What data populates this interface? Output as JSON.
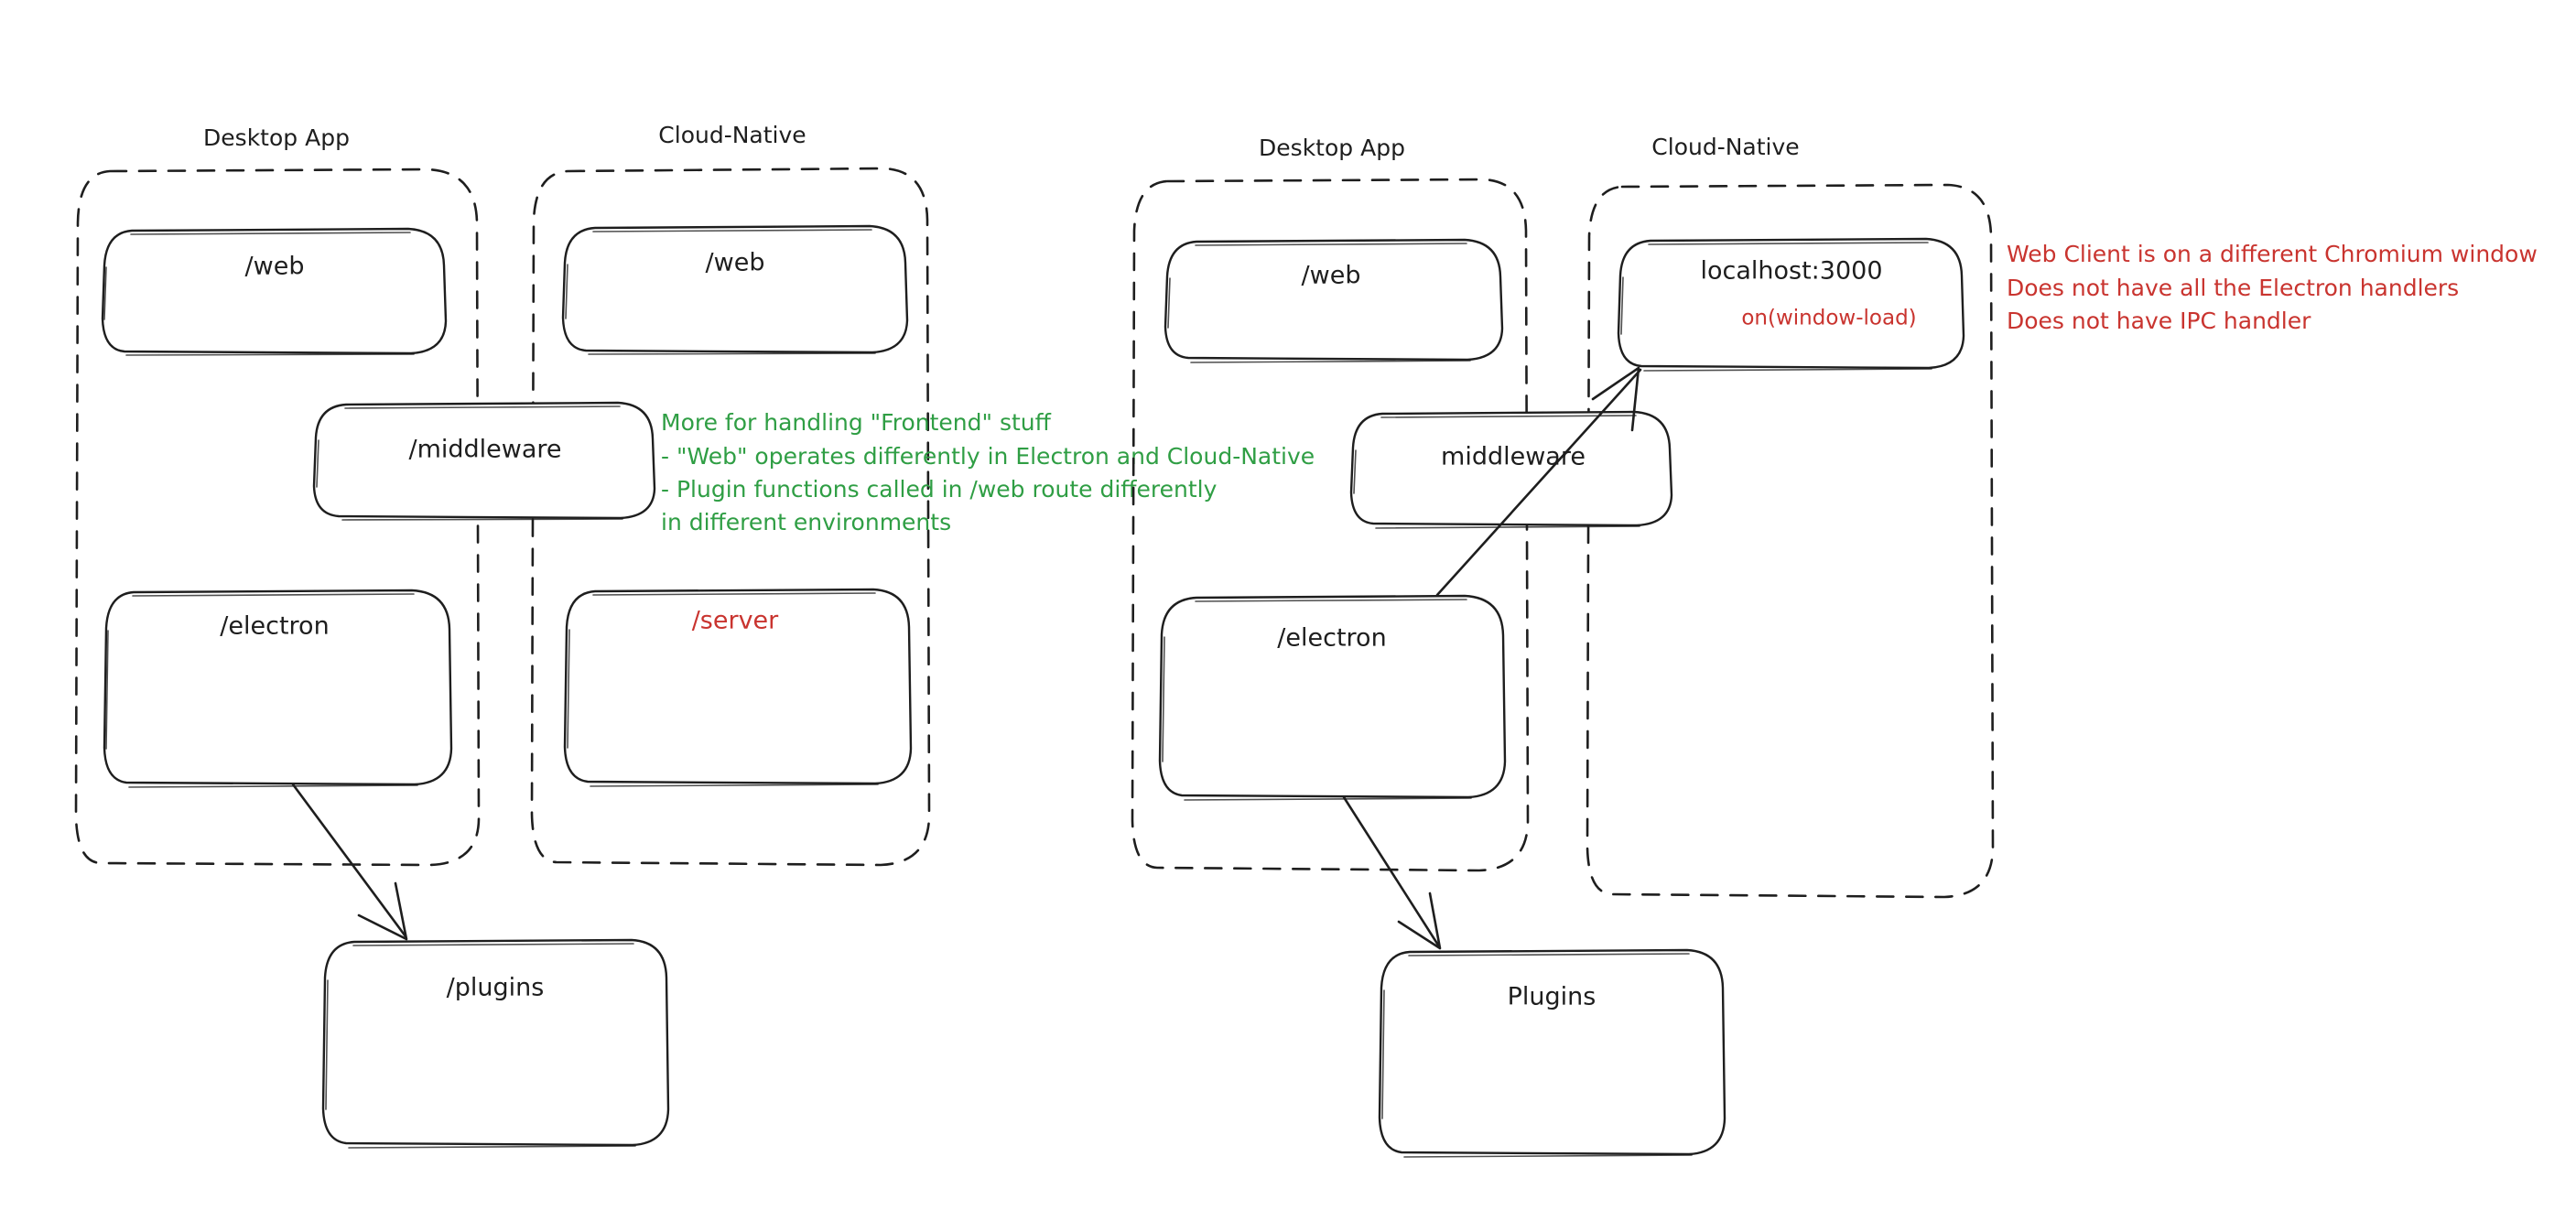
{
  "diagram": {
    "title": "Electron Desktop App vs Cloud-Native architecture comparison",
    "colors": {
      "stroke": "#1e1e1e",
      "background": "#ffffff",
      "green": "#2f9e44",
      "red": "#c9342f"
    },
    "panels": [
      {
        "id": "left-panel",
        "groups": [
          {
            "id": "left-desktop",
            "label": "Desktop App"
          },
          {
            "id": "left-cloud",
            "label": "Cloud-Native"
          }
        ],
        "boxes": [
          {
            "id": "left-desktop-web",
            "label": "/web",
            "color": "black"
          },
          {
            "id": "left-cloud-web",
            "label": "/web",
            "color": "black"
          },
          {
            "id": "left-middleware",
            "label": "/middleware",
            "color": "black"
          },
          {
            "id": "left-electron",
            "label": "/electron",
            "color": "black"
          },
          {
            "id": "left-server",
            "label": "/server",
            "color": "red"
          },
          {
            "id": "left-plugins",
            "label": "/plugins",
            "color": "black"
          }
        ],
        "arrows": [
          {
            "id": "left-electron-to-plugins",
            "from": "/electron",
            "to": "/plugins"
          }
        ]
      },
      {
        "id": "right-panel",
        "groups": [
          {
            "id": "right-desktop",
            "label": "Desktop App"
          },
          {
            "id": "right-cloud",
            "label": "Cloud-Native"
          }
        ],
        "boxes": [
          {
            "id": "right-desktop-web",
            "label": "/web",
            "color": "black"
          },
          {
            "id": "right-localhost",
            "label": "localhost:3000",
            "sublabel": "on(window-load)",
            "color": "black",
            "sublabel_color": "red"
          },
          {
            "id": "right-middleware",
            "label": "middleware",
            "color": "black"
          },
          {
            "id": "right-electron",
            "label": "/electron",
            "color": "black"
          },
          {
            "id": "right-plugins",
            "label": "Plugins",
            "color": "black"
          }
        ],
        "arrows": [
          {
            "id": "right-electron-to-localhost",
            "from": "/electron",
            "to": "localhost:3000"
          },
          {
            "id": "right-electron-to-plugins",
            "from": "/electron",
            "to": "Plugins"
          }
        ]
      }
    ],
    "annotations": {
      "green_note": {
        "id": "middleware-note",
        "color": "#2f9e44",
        "lines": [
          "More for handling \"Frontend\" stuff",
          "- \"Web\" operates differently in Electron and Cloud-Native",
          "- Plugin functions called in /web route differently",
          "in different environments"
        ]
      },
      "red_note": {
        "id": "web-client-note",
        "color": "#c9342f",
        "lines": [
          "Web Client is on a different Chromium window",
          "Does not have all the Electron handlers",
          "Does not have IPC handler"
        ]
      }
    }
  }
}
